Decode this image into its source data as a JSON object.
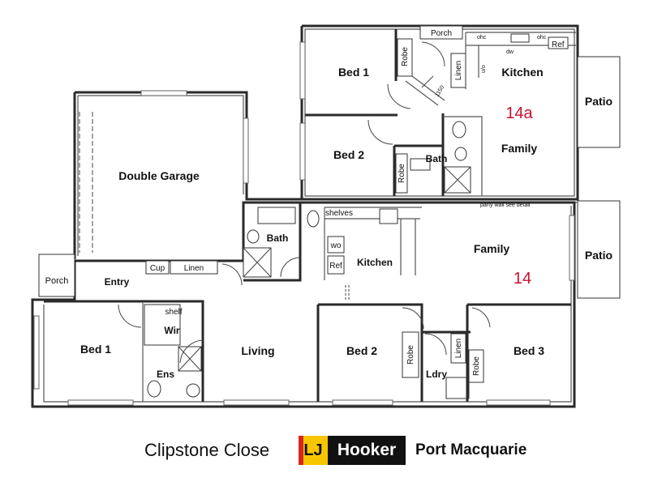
{
  "units": {
    "north": "14a",
    "south": "14"
  },
  "rooms": {
    "bed1_top": "Bed 1",
    "bed2_top": "Bed 2",
    "kitchen_top": "Kitchen",
    "family_top": "Family",
    "bath_top": "Bath",
    "robe_top1": "Robe",
    "robe_top2": "Robe",
    "linen_top": "Linen",
    "porch_top": "Porch",
    "patio_top": "Patio",
    "double_garage": "Double Garage",
    "bath_mid": "Bath",
    "kitchen_mid": "Kitchen",
    "family_mid": "Family",
    "patio_mid": "Patio",
    "porch_left": "Porch",
    "entry": "Entry",
    "cup": "Cup",
    "linen_mid": "Linen",
    "bed1_bottom": "Bed 1",
    "wir": "Wir",
    "shelf": "shelf",
    "ens": "Ens",
    "living": "Living",
    "bed2_bottom": "Bed 2",
    "robe_bottom1": "Robe",
    "ldry": "Ldry",
    "linen_bottom": "Linen",
    "robe_bottom2": "Robe",
    "bed3": "Bed 3",
    "shelves": "shelves",
    "wo": "wo",
    "ref": "Ref"
  },
  "annotations": {
    "party_wall": "party wall see detail",
    "dimension": "1150",
    "ohc1": "ohc",
    "ohc2": "ohc",
    "dw": "dw",
    "ref_top": "Ref",
    "ufo": "u/o"
  },
  "footer": {
    "street": "Clipstone Close",
    "logo_lj": "LJ",
    "logo_hooker": "Hooker",
    "office": "Port Macquarie"
  },
  "colors": {
    "unit_label": "#c8102e",
    "logo_yellow": "#f7c600",
    "logo_black": "#111111"
  }
}
